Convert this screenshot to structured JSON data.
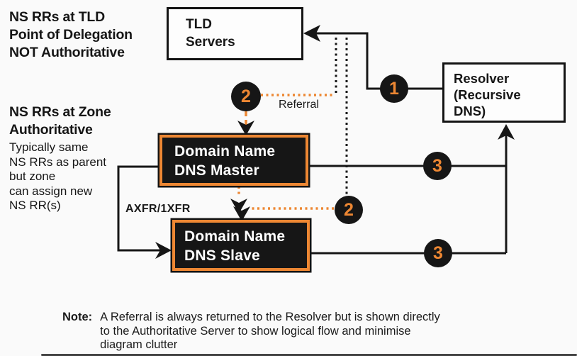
{
  "colors": {
    "accent_orange": "#ed8733",
    "ink_black": "#161616",
    "background": "#fafafa",
    "node_background": "#fdfdfd",
    "dark_node_text": "#ffffff"
  },
  "annotations": {
    "tld_delegation": {
      "lines": [
        "NS RRs at TLD",
        "Point of Delegation",
        "NOT Authoritative"
      ]
    },
    "zone_authoritative": {
      "heading_lines": [
        "NS RRs at Zone",
        "Authoritative"
      ],
      "body_lines": [
        "Typically same",
        "NS RRs as parent",
        "but zone",
        "can assign new",
        "NS RR(s)"
      ]
    }
  },
  "nodes": {
    "tld_servers": {
      "lines": [
        "TLD",
        "Servers"
      ]
    },
    "resolver": {
      "lines": [
        "Resolver",
        "(Recursive",
        "DNS)"
      ]
    },
    "dns_master": {
      "lines": [
        "Domain Name",
        "DNS Master"
      ]
    },
    "dns_slave": {
      "lines": [
        "Domain Name",
        "DNS Slave"
      ]
    }
  },
  "edge_labels": {
    "referral": "Referral",
    "zone_transfer": "AXFR/1XFR"
  },
  "step_badges": [
    {
      "id": "step-1-resolver-to-tld",
      "label": "1"
    },
    {
      "id": "step-2-referral",
      "label": "2"
    },
    {
      "id": "step-2-to-slave",
      "label": "2"
    },
    {
      "id": "step-3-master-answer",
      "label": "3"
    },
    {
      "id": "step-3-slave-answer",
      "label": "3"
    }
  ],
  "note": {
    "label": "Note:",
    "lines": [
      "A Referral is always returned to the Resolver but is shown directly",
      "to the Authoritative Server to show logical flow and minimise",
      "diagram clutter"
    ]
  }
}
